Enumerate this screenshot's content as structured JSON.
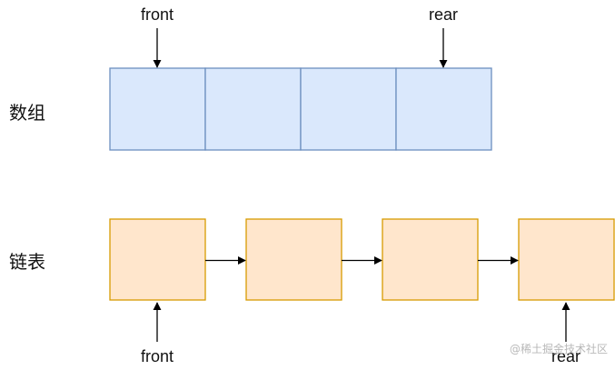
{
  "array_section": {
    "label": "数组",
    "cell_count": 4,
    "front_pointer": {
      "label": "front",
      "cell_index": 0
    },
    "rear_pointer": {
      "label": "rear",
      "cell_index": 3
    }
  },
  "linked_list_section": {
    "label": "链表",
    "node_count": 4,
    "front_pointer": {
      "label": "front",
      "node_index": 0
    },
    "rear_pointer": {
      "label": "rear",
      "node_index": 3
    }
  },
  "colors": {
    "array_fill": "#dae8fc",
    "array_stroke": "#6c8ebf",
    "node_fill": "#ffe6cc",
    "node_stroke": "#d79b00",
    "arrow": "#000000"
  },
  "watermark": "@稀土掘金技术社区"
}
